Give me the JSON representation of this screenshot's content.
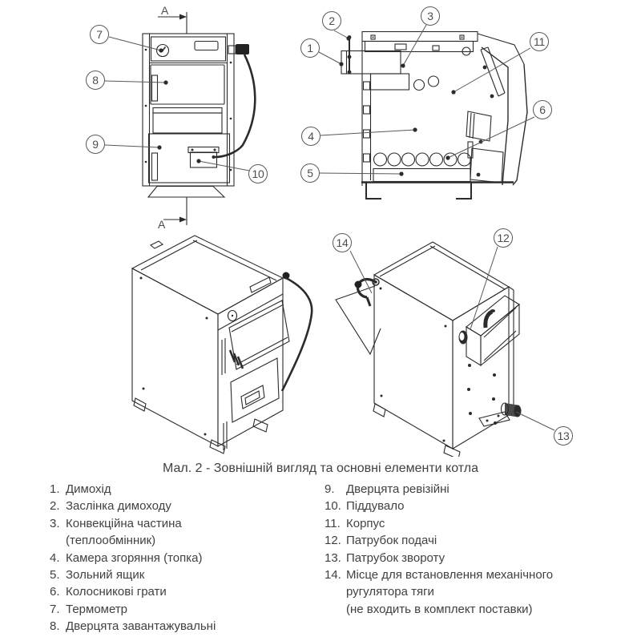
{
  "figure": {
    "caption": "Мал. 2 - Зовнішній вигляд та основні елементи котла",
    "section_label": "A"
  },
  "callouts": {
    "c1": "1",
    "c2": "2",
    "c3": "3",
    "c4": "4",
    "c5": "5",
    "c6": "6",
    "c7": "7",
    "c8": "8",
    "c9": "9",
    "c10": "10",
    "c11": "11",
    "c12": "12",
    "c13": "13",
    "c14": "14"
  },
  "legend": {
    "left": [
      {
        "num": "1.",
        "text": "Димохід"
      },
      {
        "num": "2.",
        "text": "Заслінка димоходу"
      },
      {
        "num": "3.",
        "text": "Конвекційна частина\n(теплообмінник)"
      },
      {
        "num": "4.",
        "text": "Камера згоряння (топка)"
      },
      {
        "num": "5.",
        "text": "Зольний ящик"
      },
      {
        "num": "6.",
        "text": "Колосникові грати"
      },
      {
        "num": "7.",
        "text": "Термометр"
      },
      {
        "num": "8.",
        "text": "Дверцята завантажувальні"
      }
    ],
    "right": [
      {
        "num": "9.",
        "text": "Дверцята ревізійні"
      },
      {
        "num": "10.",
        "text": "Піддувало"
      },
      {
        "num": "11.",
        "text": "Корпус"
      },
      {
        "num": "12.",
        "text": "Патрубок подачі"
      },
      {
        "num": "13.",
        "text": "Патрубок звороту"
      },
      {
        "num": "14.",
        "text": "Місце для встановлення механічного\nругулятора тяги\n(не входить в комплект поставки)"
      }
    ]
  }
}
